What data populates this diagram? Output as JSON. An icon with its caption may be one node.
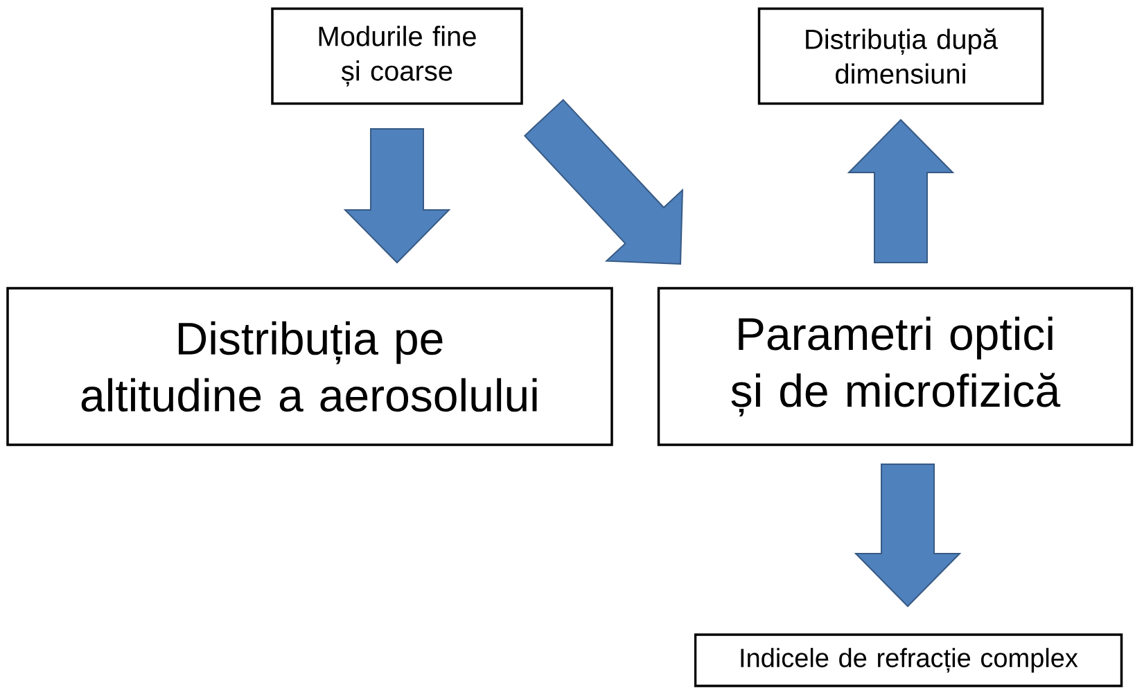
{
  "diagram": {
    "nodes": [
      {
        "text": [
          "Modurile fine și coarse"
        ]
      },
      {
        "text": [
          "Distribuția după dimensiuni"
        ]
      },
      {
        "text": [
          "Distribuția pe altitudine a aerosolului"
        ]
      },
      {
        "text": [
          "Parametri  optici și de microfizică"
        ]
      },
      {
        "text": [
          "Indicele de refracție complex"
        ]
      }
    ],
    "edges": [
      {
        "from": 0,
        "to": 2,
        "arrow": "to"
      },
      {
        "from": 0,
        "to": 3,
        "arrow": "to"
      },
      {
        "from": 3,
        "to": 1,
        "arrow": "to"
      },
      {
        "from": 3,
        "to": 4,
        "arrow": "to"
      }
    ]
  }
}
